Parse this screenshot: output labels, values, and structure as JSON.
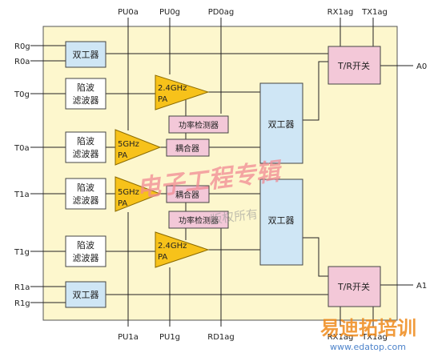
{
  "pins_top": [
    "PU0a",
    "PU0g",
    "PD0ag",
    "RX1ag",
    "TX1ag"
  ],
  "pins_bottom": [
    "PU1a",
    "PU1g",
    "RD1ag",
    "RX1ag",
    "TX1ag"
  ],
  "pins_left": [
    "R0g",
    "R0a",
    "T0g",
    "T0a",
    "T1a",
    "T1g",
    "R1a",
    "R1g"
  ],
  "pins_right": [
    "A0",
    "A1"
  ],
  "blocks": {
    "diplexer": "双工器",
    "filter_line1": "陷波",
    "filter_line2": "滤波器",
    "power_detector": "功率检测器",
    "coupler": "耦合器",
    "tr_switch": "T/R开关"
  },
  "amplifiers": {
    "pa_24_freq": "2.4GHz",
    "pa_5_freq": "5GHz",
    "pa_label": "PA"
  },
  "watermarks": {
    "main": "电子工程专辑",
    "rights": "版权所有",
    "site_cn": "易迪拓培训",
    "site_url": "www.edatop.com"
  },
  "colors": {
    "panel_fill": "#fdf7cd",
    "block_fill": "#cfe6f5",
    "pink_fill": "#f3c8d8",
    "pa_fill": "#f7c21a",
    "wire": "#222222"
  }
}
